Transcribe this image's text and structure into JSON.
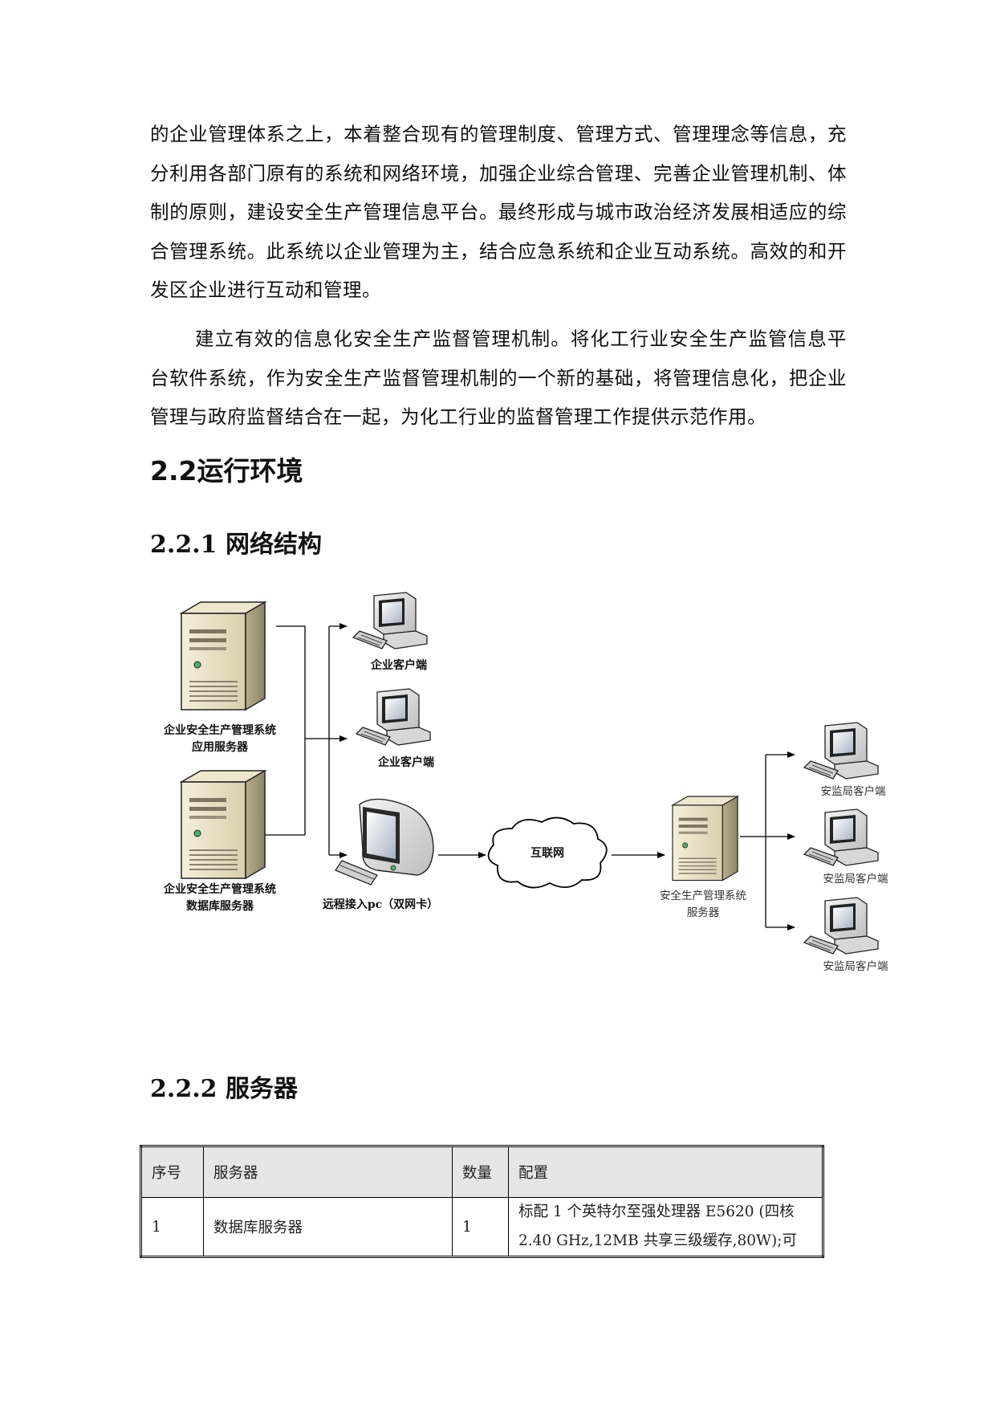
{
  "paragraphs": [
    "的企业管理体系之上，本着整合现有的管理制度、管理方式、管理理念等信息，充分利用各部门原有的系统和网络环境，加强企业综合管理、完善企业管理机制、体制的原则，建设安全生产管理信息平台。最终形成与城市政治经济发展相适应的综合管理系统。此系统以企业管理为主，结合应急系统和企业互动系统。高效的和开发区企业进行互动和管理。",
    "建立有效的信息化安全生产监督管理机制。将化工行业安全生产监管信息平台软件系统，作为安全生产监督管理机制的一个新的基础，将管理信息化，把企业管理与政府监督结合在一起，为化工行业的监督管理工作提供示范作用。"
  ],
  "headings": {
    "section": "2.2运行环境",
    "network": "2.2.1 网络结构",
    "server": "2.2.2 服务器"
  },
  "diagram": {
    "app_server_line1": "企业安全生产管理系统",
    "app_server_line2": "应用服务器",
    "db_server_line1": "企业安全生产管理系统",
    "db_server_line2": "数据库服务器",
    "client1": "企业客户端",
    "client2": "企业客户端",
    "remote_pc": "远程接入pc（双网卡）",
    "internet": "互联网",
    "central_server_line1": "安全生产管理系统",
    "central_server_line2": "服务器",
    "bureau1": "安监局客户端",
    "bureau2": "安监局客户端",
    "bureau3": "安监局客户端"
  },
  "table": {
    "headers": [
      "序号",
      "服务器",
      "数量",
      "配置"
    ],
    "rows": [
      {
        "index": "1",
        "server": "数据库服务器",
        "quantity": "1",
        "config_line1": "标配 1 个英特尔至强处理器  E5620 (四核",
        "config_line2": "2.40 GHz,12MB 共享三级缓存,80W);可"
      }
    ]
  }
}
